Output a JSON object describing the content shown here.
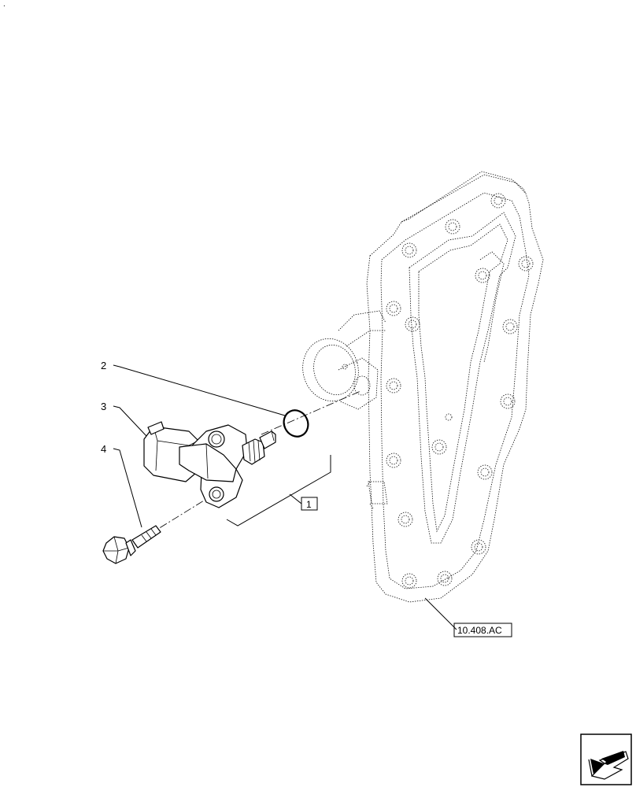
{
  "callouts": [
    {
      "id": "2",
      "label": "2"
    },
    {
      "id": "3",
      "label": "3"
    },
    {
      "id": "4",
      "label": "4"
    }
  ],
  "group_box": {
    "label": "1"
  },
  "reference_box": {
    "label": "10.408.AC"
  },
  "nav_icon": "next-page-arrow-icon",
  "corner_mark": "."
}
